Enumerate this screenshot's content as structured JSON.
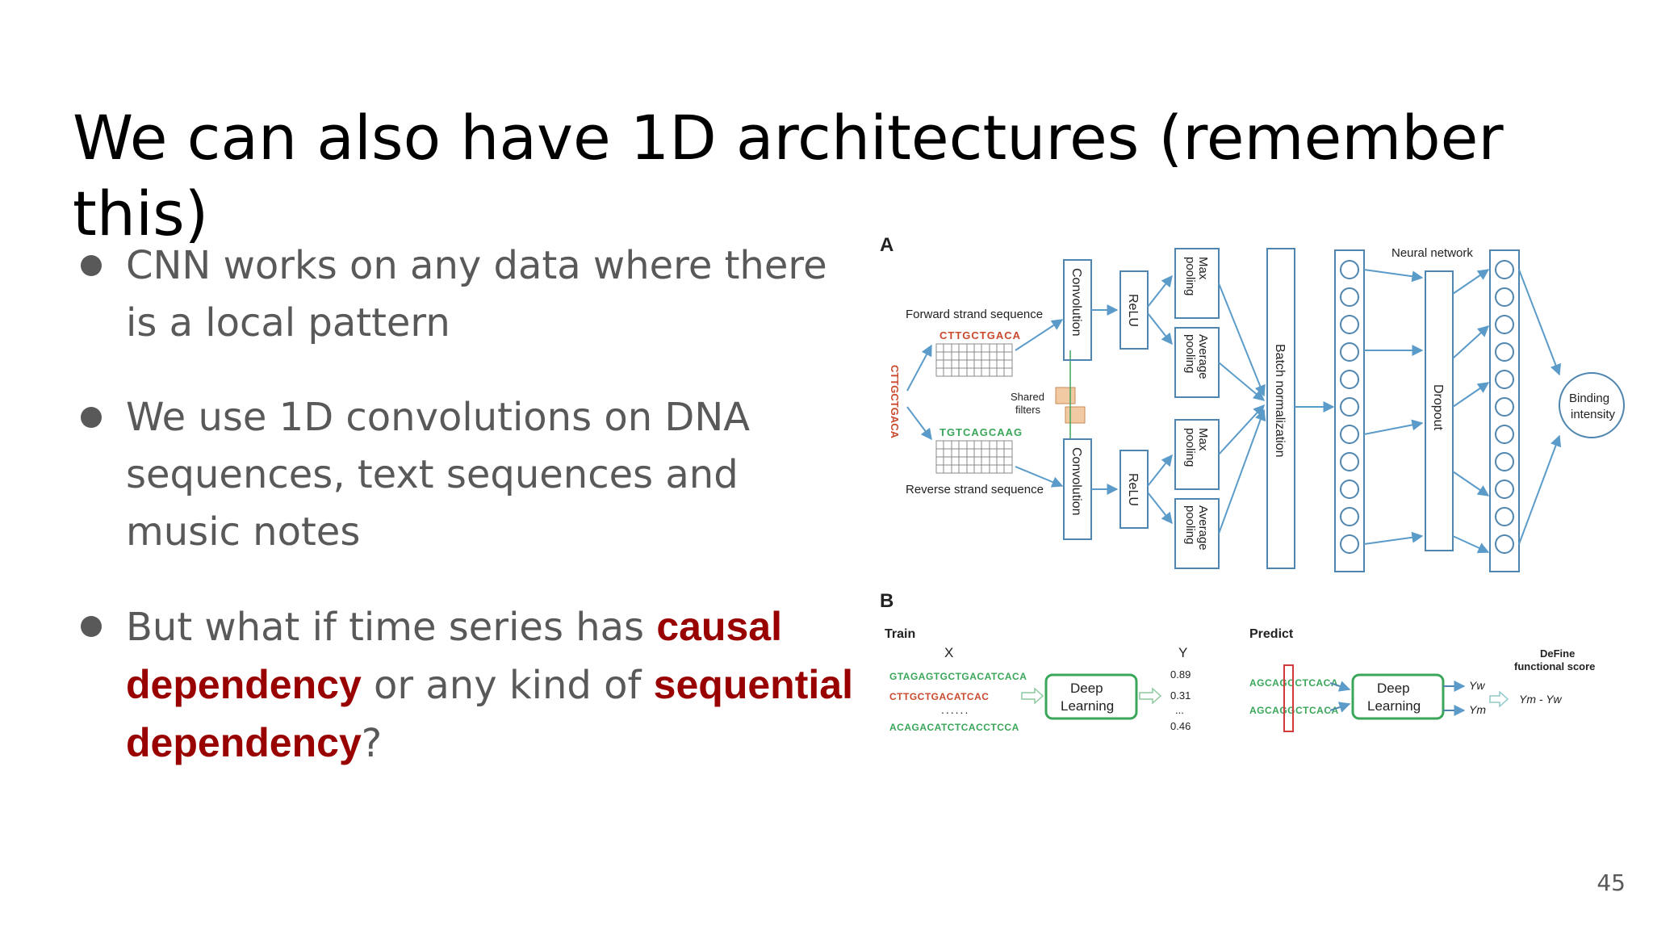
{
  "slide": {
    "title": "We can also have 1D architectures (remember this)",
    "page_number": "45"
  },
  "bullets": [
    {
      "parts": [
        "CNN works on any data where there is a local pattern"
      ]
    },
    {
      "parts": [
        "We use 1D convolutions on DNA sequences, text sequences and music notes"
      ]
    },
    {
      "parts": [
        "But what if time series has ",
        "causal dependency",
        " or any kind of ",
        "sequential dependency",
        "?"
      ]
    }
  ],
  "figure": {
    "panel_a": {
      "label": "A",
      "forward_label": "Forward strand sequence",
      "forward_seq": "CTTGCTGACA",
      "reverse_label": "Reverse strand sequence",
      "reverse_seq": "TGTCAGCAAG",
      "input_seq": "CTTGCTGACA",
      "shared_filters": [
        "Shared",
        "filters"
      ],
      "convolution": "Convolution",
      "relu": "ReLU",
      "max_pooling": [
        "Max",
        "pooling"
      ],
      "average_pooling": [
        "Average",
        "pooling"
      ],
      "batch_norm": "Batch normalization",
      "neural_network": "Neural network",
      "dropout": "Dropout",
      "binding": [
        "Binding",
        "intensity"
      ]
    },
    "panel_b": {
      "label": "B",
      "train": "Train",
      "x_header": "X",
      "y_header": "Y",
      "train_seqs": [
        "GTAGAGTGCTGACATCACA",
        "CTTGCTGACATCAC",
        "......",
        "ACAGACATCTCACCTCCA"
      ],
      "train_y": [
        "0.89",
        "0.31",
        "...",
        "0.46"
      ],
      "deep_learning": [
        "Deep",
        "Learning"
      ],
      "predict": "Predict",
      "predict_seqs": [
        "AGCAGCCTCACA",
        "AGCAGGCTCACA"
      ],
      "y_w": "Yw",
      "y_m": "Ym",
      "define": [
        "DeFine",
        "functional score"
      ],
      "score": "Ym - Yw"
    },
    "colors": {
      "arrow": "#5b9bc9",
      "box": "#4f86b0",
      "green": "#3aa65a",
      "red": "#d13b3b"
    }
  }
}
